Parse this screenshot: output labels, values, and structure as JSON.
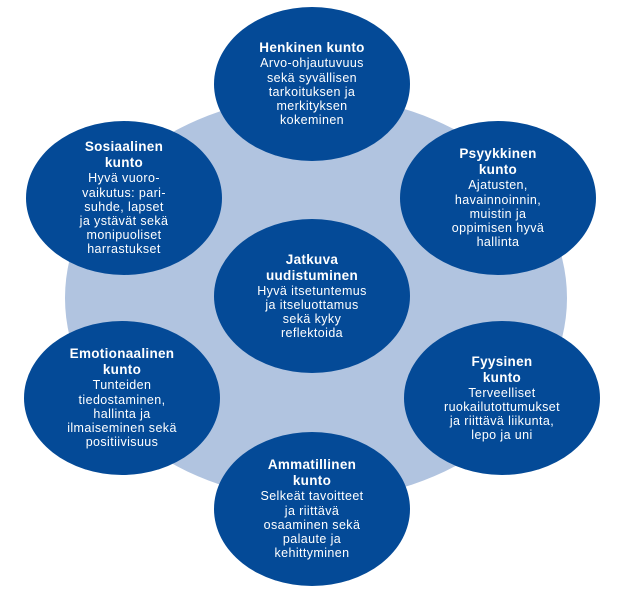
{
  "colors": {
    "circle": "#044a97",
    "background": "#b1c4e0"
  },
  "nodes": {
    "henkinen": {
      "title": "Henkinen kunto",
      "body": "Arvo-ohjautuvuus\nsekä syvällisen\ntarkoituksen ja\nmerkityksen\nkokeminen"
    },
    "sosiaalinen": {
      "title": "Sosiaalinen\nkunto",
      "body": "Hyvä vuoro-\nvaikutus: pari-\nsuhde, lapset\nja ystävät sekä\nmonipuoliset\nharrastukset"
    },
    "psyykkinen": {
      "title": "Psyykkinen\nkunto",
      "body": "Ajatusten,\nhavainnoinnin,\nmuistin ja\noppimisen hyvä\nhallinta"
    },
    "jatkuva": {
      "title": "Jatkuva\nuudistuminen",
      "body": "Hyvä itsetuntemus\nja itseluottamus\nsekä kyky\nreflektoida"
    },
    "emotionaalinen": {
      "title": "Emotionaalinen\nkunto",
      "body": "Tunteiden\ntiedostaminen,\nhallinta ja\nilmaiseminen sekä\npositiivisuus"
    },
    "fyysinen": {
      "title": "Fyysinen\nkunto",
      "body": "Terveelliset\nruokailutottumukset\nja riittävä liikunta,\nlepo ja uni"
    },
    "ammatillinen": {
      "title": "Ammatillinen\nkunto",
      "body": "Selkeät tavoitteet\nja riittävä\nosaaminen sekä\npalaute ja\nkehittyminen"
    }
  }
}
